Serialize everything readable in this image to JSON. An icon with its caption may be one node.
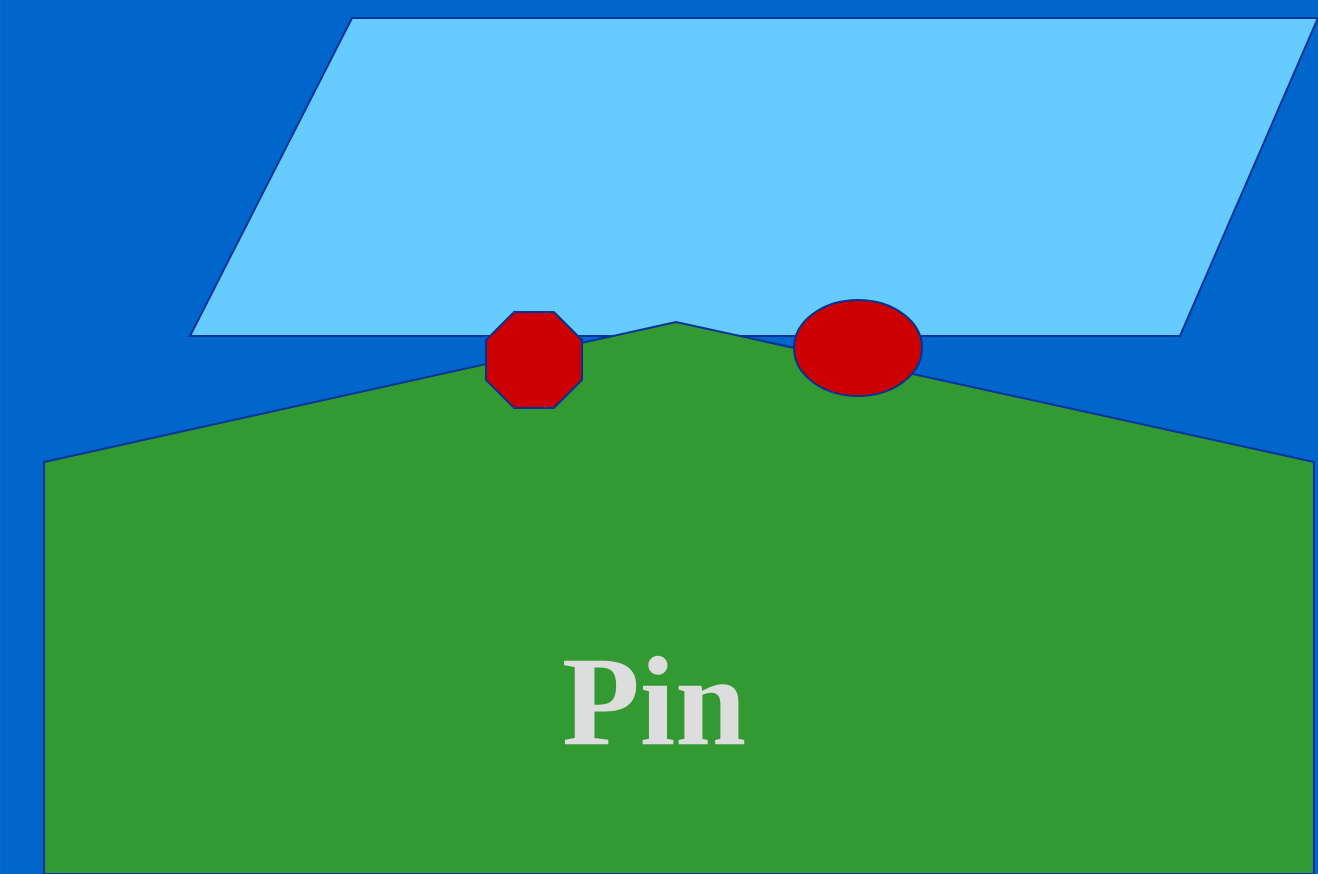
{
  "diagram": {
    "nodes": [
      {
        "text": [],
        "shape": "parallelogram"
      },
      {
        "text": [
          "Pin"
        ]
      },
      {
        "text": [],
        "shape": "octagon"
      },
      {
        "text": [],
        "shape": "ellipse"
      }
    ]
  }
}
